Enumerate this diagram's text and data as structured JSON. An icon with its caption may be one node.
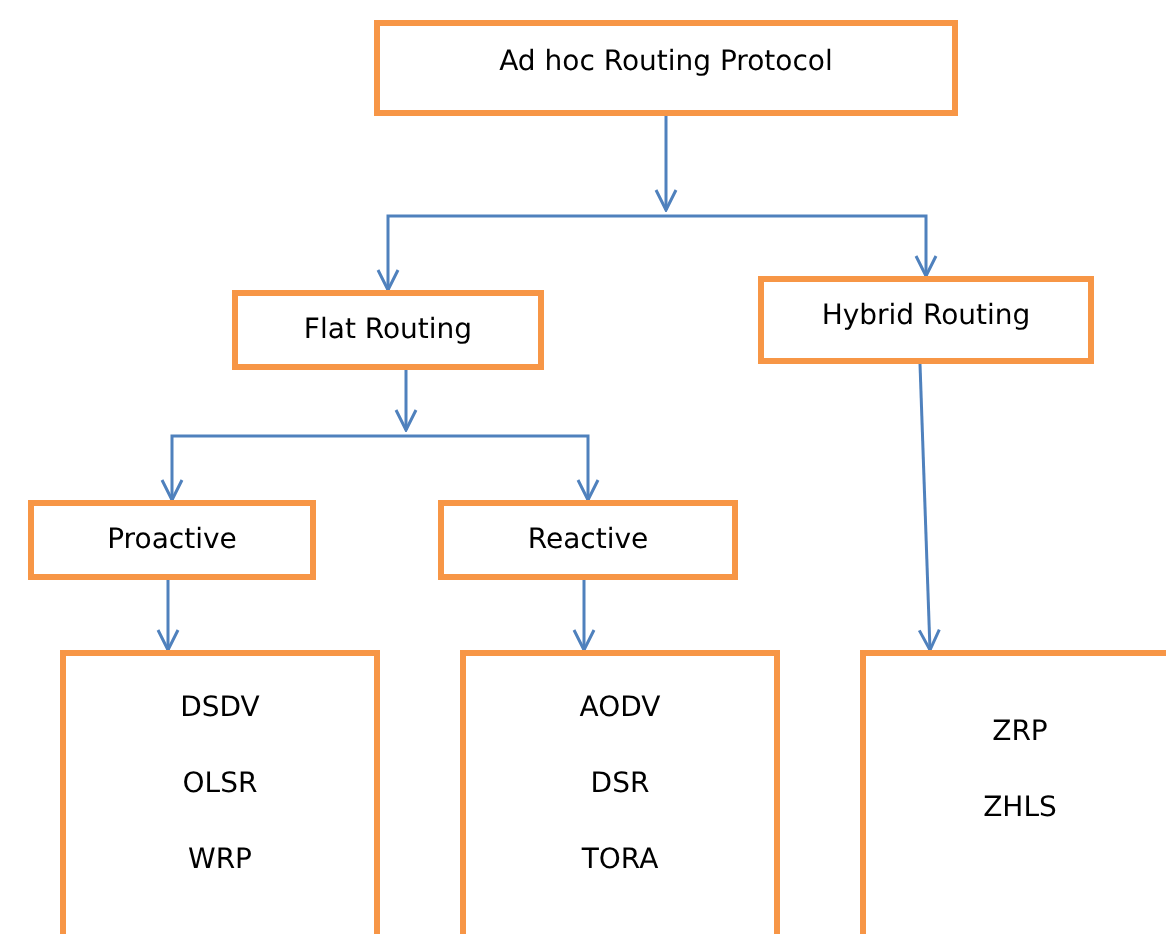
{
  "diagram": {
    "nodes": [
      {
        "text": [
          "Ad hoc  Routing Protocol"
        ]
      },
      {
        "text": [
          "Flat Routing"
        ]
      },
      {
        "text": [
          "Hybrid Routing"
        ]
      },
      {
        "text": [
          "Proactive"
        ]
      },
      {
        "text": [
          "Reactive"
        ]
      },
      {
        "text": [
          "DSDV",
          "OLSR",
          "WRP"
        ]
      },
      {
        "text": [
          "AODV",
          "DSR",
          "TORA"
        ]
      },
      {
        "text": [
          "ZRP",
          "ZHLS"
        ]
      }
    ],
    "edges": [
      {
        "from": 0,
        "to": 1,
        "arrow": "to"
      },
      {
        "from": 0,
        "to": 2,
        "arrow": "to"
      },
      {
        "from": 1,
        "to": 3,
        "arrow": "to"
      },
      {
        "from": 1,
        "to": 4,
        "arrow": "to"
      },
      {
        "from": 3,
        "to": 5,
        "arrow": "to"
      },
      {
        "from": 4,
        "to": 6,
        "arrow": "to"
      },
      {
        "from": 2,
        "to": 7,
        "arrow": "to"
      }
    ]
  }
}
